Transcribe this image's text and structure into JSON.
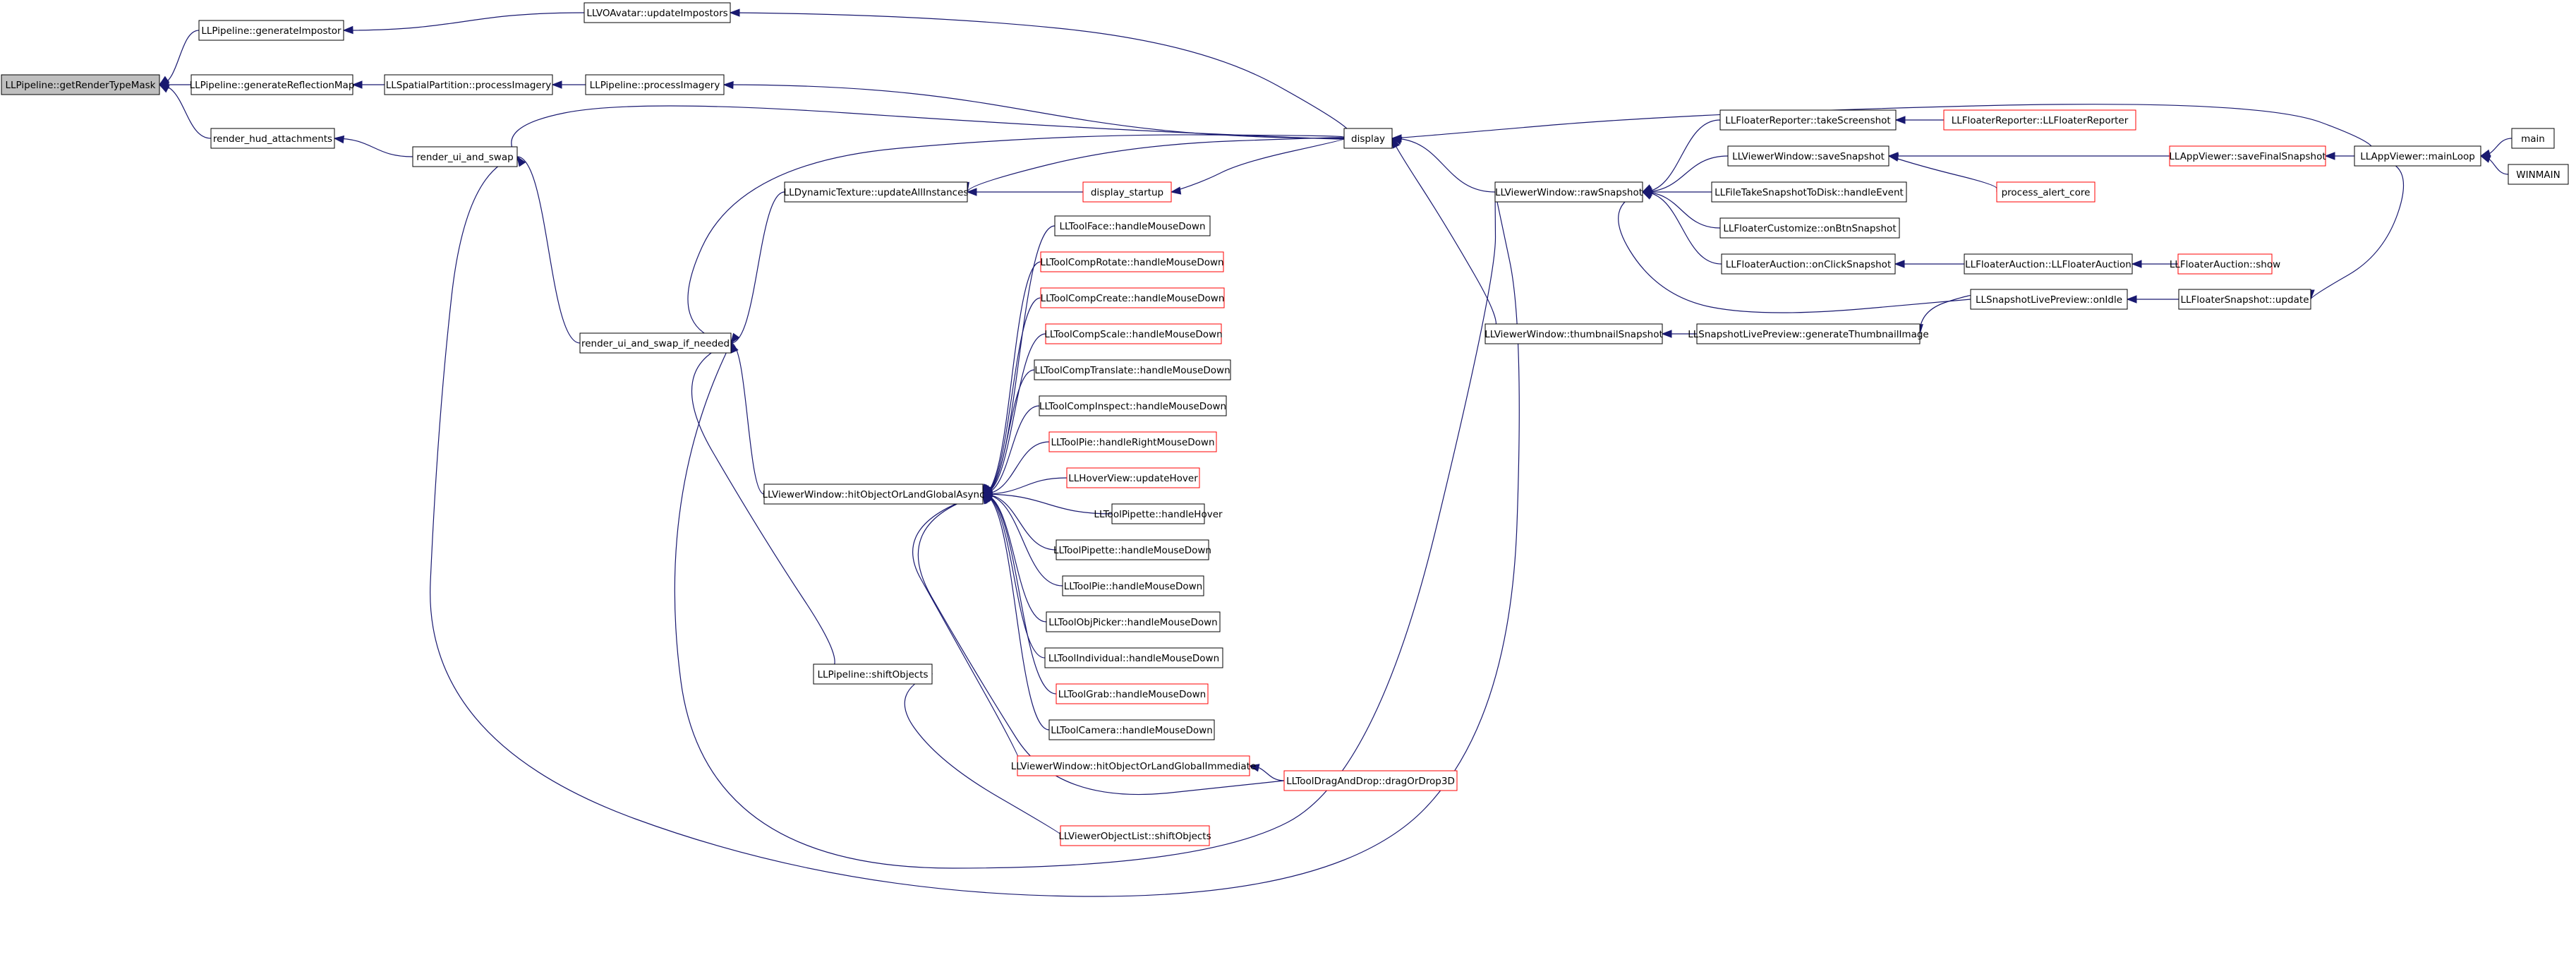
{
  "colors": {
    "edge": "#191970",
    "node_stroke": "#000000",
    "node_link_stroke": "#ff0000",
    "focus_fill": "#bfbfbf",
    "node_fill": "#ffffff",
    "text": "#000000"
  },
  "nodes": [
    {
      "id": "getRenderTypeMask",
      "label": "LLPipeline::getRenderTypeMask",
      "style": "focus"
    },
    {
      "id": "generateImpostor",
      "label": "LLPipeline::generateImpostor",
      "style": "normal"
    },
    {
      "id": "generateReflectionMap",
      "label": "LLPipeline::generateReflectionMap",
      "style": "normal"
    },
    {
      "id": "render_hud_attachments",
      "label": "render_hud_attachments",
      "style": "normal"
    },
    {
      "id": "updateImpostors",
      "label": "LLVOAvatar::updateImpostors",
      "style": "normal"
    },
    {
      "id": "sp_processImagery",
      "label": "LLSpatialPartition::processImagery",
      "style": "normal"
    },
    {
      "id": "render_ui_and_swap",
      "label": "render_ui_and_swap",
      "style": "normal"
    },
    {
      "id": "pl_processImagery",
      "label": "LLPipeline::processImagery",
      "style": "normal"
    },
    {
      "id": "render_ui_and_swap_if_needed",
      "label": "render_ui_and_swap_if_needed",
      "style": "normal"
    },
    {
      "id": "display",
      "label": "display",
      "style": "normal"
    },
    {
      "id": "updateAllInstances",
      "label": "LLDynamicTexture::updateAllInstances",
      "style": "normal"
    },
    {
      "id": "display_startup",
      "label": "display_startup",
      "style": "link"
    },
    {
      "id": "hitObjectOrLandGlobalAsync",
      "label": "LLViewerWindow::hitObjectOrLandGlobalAsync",
      "style": "normal"
    },
    {
      "id": "shiftObjects",
      "label": "LLPipeline::shiftObjects",
      "style": "normal"
    },
    {
      "id": "face_hmd",
      "label": "LLToolFace::handleMouseDown",
      "style": "normal"
    },
    {
      "id": "comprotate_hmd",
      "label": "LLToolCompRotate::handleMouseDown",
      "style": "link"
    },
    {
      "id": "compcreate_hmd",
      "label": "LLToolCompCreate::handleMouseDown",
      "style": "link"
    },
    {
      "id": "compscale_hmd",
      "label": "LLToolCompScale::handleMouseDown",
      "style": "link"
    },
    {
      "id": "comptranslate_hmd",
      "label": "LLToolCompTranslate::handleMouseDown",
      "style": "normal"
    },
    {
      "id": "compinspect_hmd",
      "label": "LLToolCompInspect::handleMouseDown",
      "style": "normal"
    },
    {
      "id": "pie_hrmd",
      "label": "LLToolPie::handleRightMouseDown",
      "style": "link"
    },
    {
      "id": "hoverview_update",
      "label": "LLHoverView::updateHover",
      "style": "link"
    },
    {
      "id": "pipette_hover",
      "label": "LLToolPipette::handleHover",
      "style": "normal"
    },
    {
      "id": "pipette_hmd",
      "label": "LLToolPipette::handleMouseDown",
      "style": "normal"
    },
    {
      "id": "pie_hmd",
      "label": "LLToolPie::handleMouseDown",
      "style": "normal"
    },
    {
      "id": "objpicker_hmd",
      "label": "LLToolObjPicker::handleMouseDown",
      "style": "normal"
    },
    {
      "id": "individual_hmd",
      "label": "LLToolIndividual::handleMouseDown",
      "style": "normal"
    },
    {
      "id": "grab_hmd",
      "label": "LLToolGrab::handleMouseDown",
      "style": "link"
    },
    {
      "id": "camera_hmd",
      "label": "LLToolCamera::handleMouseDown",
      "style": "normal"
    },
    {
      "id": "hitImmediate",
      "label": "LLViewerWindow::hitObjectOrLandGlobalImmediate",
      "style": "link"
    },
    {
      "id": "dragOrDrop3D",
      "label": "LLToolDragAndDrop::dragOrDrop3D",
      "style": "link"
    },
    {
      "id": "objlist_shift",
      "label": "LLViewerObjectList::shiftObjects",
      "style": "link"
    },
    {
      "id": "rawSnapshot",
      "label": "LLViewerWindow::rawSnapshot",
      "style": "normal"
    },
    {
      "id": "thumbnailSnapshot",
      "label": "LLViewerWindow::thumbnailSnapshot",
      "style": "normal"
    },
    {
      "id": "takeScreenshot",
      "label": "LLFloaterReporter::takeScreenshot",
      "style": "normal"
    },
    {
      "id": "saveSnapshot",
      "label": "LLViewerWindow::saveSnapshot",
      "style": "normal"
    },
    {
      "id": "takeSnapshotToDisk",
      "label": "LLFileTakeSnapshotToDisk::handleEvent",
      "style": "normal"
    },
    {
      "id": "onBtnSnapshot",
      "label": "LLFloaterCustomize::onBtnSnapshot",
      "style": "normal"
    },
    {
      "id": "onClickSnapshot",
      "label": "LLFloaterAuction::onClickSnapshot",
      "style": "normal"
    },
    {
      "id": "generateThumbnailImage",
      "label": "LLSnapshotLivePreview::generateThumbnailImage",
      "style": "normal"
    },
    {
      "id": "floaterReporterCtor",
      "label": "LLFloaterReporter::LLFloaterReporter",
      "style": "link"
    },
    {
      "id": "process_alert_core",
      "label": "process_alert_core",
      "style": "link"
    },
    {
      "id": "floaterAuctionCtor",
      "label": "LLFloaterAuction::LLFloaterAuction",
      "style": "normal"
    },
    {
      "id": "onIdle",
      "label": "LLSnapshotLivePreview::onIdle",
      "style": "normal"
    },
    {
      "id": "saveFinalSnapshot",
      "label": "LLAppViewer::saveFinalSnapshot",
      "style": "link"
    },
    {
      "id": "floaterAuctionShow",
      "label": "LLFloaterAuction::show",
      "style": "link"
    },
    {
      "id": "floaterSnapshotUpdate",
      "label": "LLFloaterSnapshot::update",
      "style": "normal"
    },
    {
      "id": "mainLoop",
      "label": "LLAppViewer::mainLoop",
      "style": "normal"
    },
    {
      "id": "main",
      "label": "main",
      "style": "normal"
    },
    {
      "id": "WINMAIN",
      "label": "WINMAIN",
      "style": "normal"
    }
  ],
  "edges": [
    {
      "from": "generateImpostor",
      "to": "getRenderTypeMask"
    },
    {
      "from": "generateReflectionMap",
      "to": "getRenderTypeMask"
    },
    {
      "from": "render_hud_attachments",
      "to": "getRenderTypeMask"
    },
    {
      "from": "updateImpostors",
      "to": "generateImpostor"
    },
    {
      "from": "sp_processImagery",
      "to": "generateReflectionMap"
    },
    {
      "from": "render_ui_and_swap",
      "to": "render_hud_attachments"
    },
    {
      "from": "pl_processImagery",
      "to": "sp_processImagery"
    },
    {
      "from": "render_ui_and_swap_if_needed",
      "to": "render_ui_and_swap"
    },
    {
      "from": "display",
      "to": "render_ui_and_swap"
    },
    {
      "from": "rawSnapshot",
      "to": "render_ui_and_swap"
    },
    {
      "from": "display",
      "to": "updateImpostors"
    },
    {
      "from": "display",
      "to": "pl_processImagery"
    },
    {
      "from": "display",
      "to": "render_ui_and_swap_if_needed"
    },
    {
      "from": "updateAllInstances",
      "to": "render_ui_and_swap_if_needed"
    },
    {
      "from": "hitObjectOrLandGlobalAsync",
      "to": "render_ui_and_swap_if_needed"
    },
    {
      "from": "shiftObjects",
      "to": "render_ui_and_swap_if_needed"
    },
    {
      "from": "rawSnapshot",
      "to": "render_ui_and_swap_if_needed"
    },
    {
      "from": "display",
      "to": "updateAllInstances"
    },
    {
      "from": "display_startup",
      "to": "updateAllInstances"
    },
    {
      "from": "display",
      "to": "display_startup"
    },
    {
      "from": "objlist_shift",
      "to": "shiftObjects"
    },
    {
      "from": "face_hmd",
      "to": "hitObjectOrLandGlobalAsync"
    },
    {
      "from": "comprotate_hmd",
      "to": "hitObjectOrLandGlobalAsync"
    },
    {
      "from": "compcreate_hmd",
      "to": "hitObjectOrLandGlobalAsync"
    },
    {
      "from": "compscale_hmd",
      "to": "hitObjectOrLandGlobalAsync"
    },
    {
      "from": "comptranslate_hmd",
      "to": "hitObjectOrLandGlobalAsync"
    },
    {
      "from": "compinspect_hmd",
      "to": "hitObjectOrLandGlobalAsync"
    },
    {
      "from": "pie_hrmd",
      "to": "hitObjectOrLandGlobalAsync"
    },
    {
      "from": "hoverview_update",
      "to": "hitObjectOrLandGlobalAsync"
    },
    {
      "from": "pipette_hover",
      "to": "hitObjectOrLandGlobalAsync"
    },
    {
      "from": "pipette_hmd",
      "to": "hitObjectOrLandGlobalAsync"
    },
    {
      "from": "pie_hmd",
      "to": "hitObjectOrLandGlobalAsync"
    },
    {
      "from": "objpicker_hmd",
      "to": "hitObjectOrLandGlobalAsync"
    },
    {
      "from": "individual_hmd",
      "to": "hitObjectOrLandGlobalAsync"
    },
    {
      "from": "grab_hmd",
      "to": "hitObjectOrLandGlobalAsync"
    },
    {
      "from": "camera_hmd",
      "to": "hitObjectOrLandGlobalAsync"
    },
    {
      "from": "hitImmediate",
      "to": "hitObjectOrLandGlobalAsync"
    },
    {
      "from": "dragOrDrop3D",
      "to": "hitObjectOrLandGlobalAsync"
    },
    {
      "from": "dragOrDrop3D",
      "to": "hitImmediate"
    },
    {
      "from": "mainLoop",
      "to": "display"
    },
    {
      "from": "rawSnapshot",
      "to": "display"
    },
    {
      "from": "thumbnailSnapshot",
      "to": "display"
    },
    {
      "from": "takeScreenshot",
      "to": "rawSnapshot"
    },
    {
      "from": "saveSnapshot",
      "to": "rawSnapshot"
    },
    {
      "from": "takeSnapshotToDisk",
      "to": "rawSnapshot"
    },
    {
      "from": "onBtnSnapshot",
      "to": "rawSnapshot"
    },
    {
      "from": "onClickSnapshot",
      "to": "rawSnapshot"
    },
    {
      "from": "onIdle",
      "to": "rawSnapshot"
    },
    {
      "from": "generateThumbnailImage",
      "to": "thumbnailSnapshot"
    },
    {
      "from": "onIdle",
      "to": "generateThumbnailImage"
    },
    {
      "from": "floaterReporterCtor",
      "to": "takeScreenshot"
    },
    {
      "from": "saveFinalSnapshot",
      "to": "saveSnapshot"
    },
    {
      "from": "process_alert_core",
      "to": "saveSnapshot"
    },
    {
      "from": "floaterAuctionCtor",
      "to": "onClickSnapshot"
    },
    {
      "from": "floaterAuctionShow",
      "to": "floaterAuctionCtor"
    },
    {
      "from": "floaterSnapshotUpdate",
      "to": "onIdle"
    },
    {
      "from": "mainLoop",
      "to": "saveFinalSnapshot"
    },
    {
      "from": "mainLoop",
      "to": "floaterSnapshotUpdate"
    },
    {
      "from": "main",
      "to": "mainLoop"
    },
    {
      "from": "WINMAIN",
      "to": "mainLoop"
    }
  ]
}
